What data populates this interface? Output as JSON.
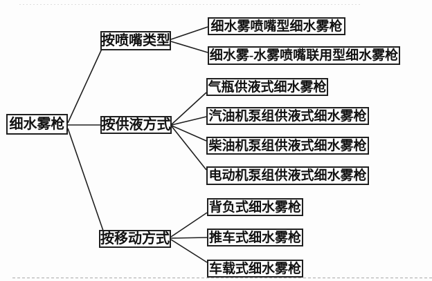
{
  "diagram": {
    "type": "tree",
    "root": {
      "label": "细水雾枪"
    },
    "branches": [
      {
        "label": "按喷嘴类型",
        "children": [
          "细水雾喷嘴型细水雾枪",
          "细水雾-水雾喷嘴联用型细水雾枪"
        ]
      },
      {
        "label": "按供液方式",
        "children": [
          "气瓶供液式细水雾枪",
          "汽油机泵组供液式细水雾枪",
          "柴油机泵组供液式细水雾枪",
          "电动机泵组供液式细水雾枪"
        ]
      },
      {
        "label": "按移动方式",
        "children": [
          "背负式细水雾枪",
          "推车式细水雾枪",
          "车载式细水雾枪"
        ]
      }
    ],
    "colors": {
      "line": "#1f1f1f",
      "box_border": "#1f1f1f",
      "text": "#111111",
      "background": "#fdfdfd"
    }
  }
}
